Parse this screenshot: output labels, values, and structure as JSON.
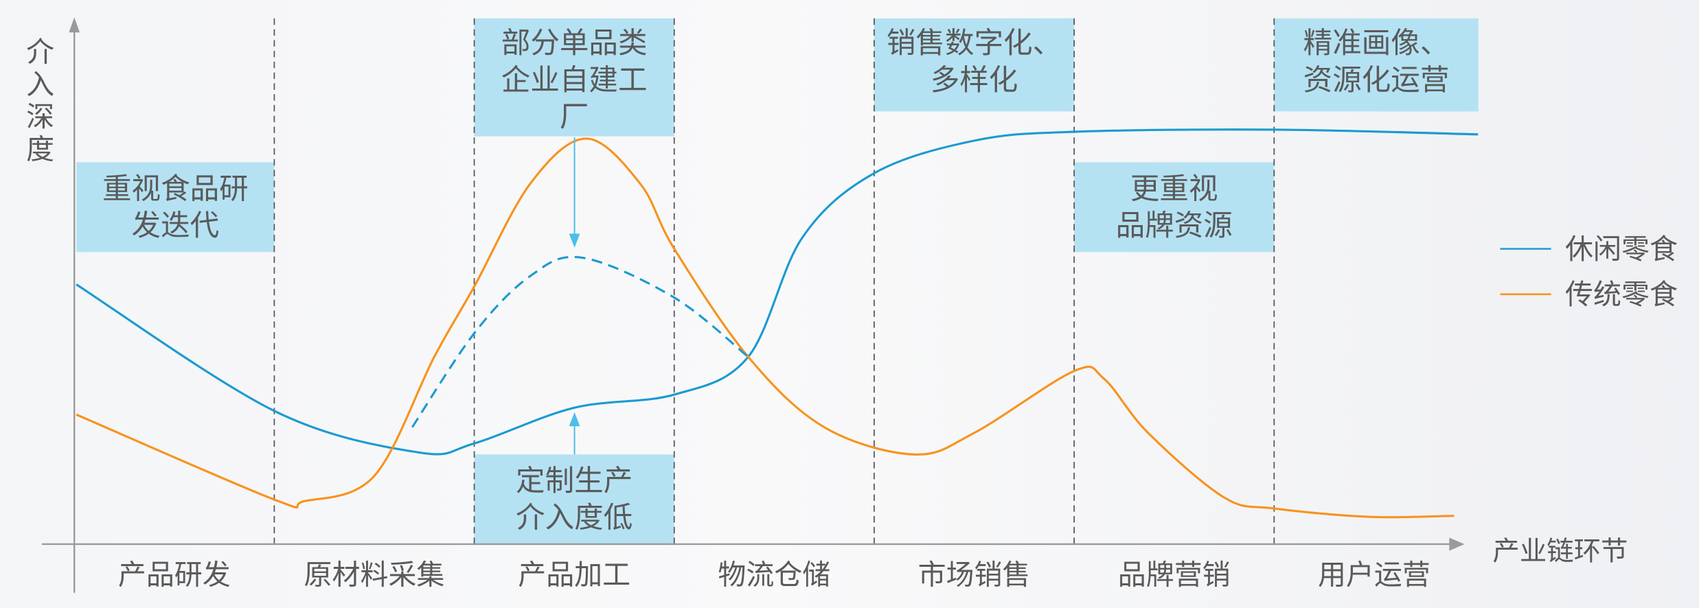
{
  "chart_data": {
    "type": "line",
    "ylabel": "介入深度",
    "xlabel": "产业链环节",
    "categories": [
      "产品研发",
      "原材料采集",
      "产品加工",
      "物流仓储",
      "市场销售",
      "品牌营销",
      "用户运营"
    ],
    "xlim": [
      0,
      7
    ],
    "ylim": [
      0,
      100
    ],
    "legend_position": "right",
    "colors": {
      "blue": "#1b9bd1",
      "orange": "#f7931e",
      "box": "#b5e2f3",
      "text": "#5a5a5a",
      "axis": "#9a9a9a"
    },
    "series": [
      {
        "name": "休闲零食",
        "color": "#1b9bd1",
        "style": "solid",
        "points": [
          [
            0.01,
            49.5
          ],
          [
            1.0,
            25.4
          ],
          [
            1.72,
            17.5
          ],
          [
            2.0,
            19.2
          ],
          [
            2.5,
            26
          ],
          [
            3.0,
            28.5
          ],
          [
            3.37,
            35.7
          ],
          [
            3.64,
            58.4
          ],
          [
            4.0,
            70.7
          ],
          [
            4.5,
            76.9
          ],
          [
            5.0,
            78.6
          ],
          [
            6.0,
            79
          ],
          [
            7.02,
            78.1
          ]
        ]
      },
      {
        "name": "传统零食",
        "color": "#f7931e",
        "style": "solid",
        "points": [
          [
            0.01,
            24.7
          ],
          [
            1,
            8.5
          ],
          [
            1.15,
            8.2
          ],
          [
            1.5,
            13
          ],
          [
            1.8,
            35.7
          ],
          [
            2,
            49.1
          ],
          [
            2.28,
            68.7
          ],
          [
            2.56,
            77.3
          ],
          [
            2.83,
            68.7
          ],
          [
            3,
            56.3
          ],
          [
            3.37,
            35.7
          ],
          [
            3.75,
            22.3
          ],
          [
            4.2,
            17.1
          ],
          [
            4.5,
            21.2
          ],
          [
            5,
            33
          ],
          [
            5.15,
            31.5
          ],
          [
            5.37,
            21.2
          ],
          [
            5.75,
            8.9
          ],
          [
            6,
            6.8
          ],
          [
            6.48,
            5.2
          ],
          [
            6.9,
            5.4
          ]
        ]
      },
      {
        "name": "休闲零食-部分单品类",
        "color": "#1b9bd1",
        "style": "dashed",
        "in_legend": false,
        "points": [
          [
            1.69,
            22.3
          ],
          [
            2,
            40.2
          ],
          [
            2.28,
            51.1
          ],
          [
            2.54,
            54.6
          ],
          [
            3,
            47
          ],
          [
            3.37,
            35.7
          ]
        ]
      }
    ],
    "annotations": [
      {
        "stage": 0,
        "position": "upper",
        "lines": [
          "重视食品研",
          "发迭代"
        ]
      },
      {
        "stage": 2,
        "position": "top",
        "lines": [
          "部分单品类",
          "企业自建工",
          "厂"
        ]
      },
      {
        "stage": 2,
        "position": "bottom",
        "lines": [
          "定制生产",
          "介入度低"
        ]
      },
      {
        "stage": 4,
        "position": "top",
        "lines": [
          "销售数字化、",
          "多样化"
        ]
      },
      {
        "stage": 5,
        "position": "upper",
        "lines": [
          "更重视",
          "品牌资源"
        ]
      },
      {
        "stage": 6,
        "position": "top",
        "lines": [
          "精准画像、",
          "资源化运营"
        ]
      }
    ]
  }
}
